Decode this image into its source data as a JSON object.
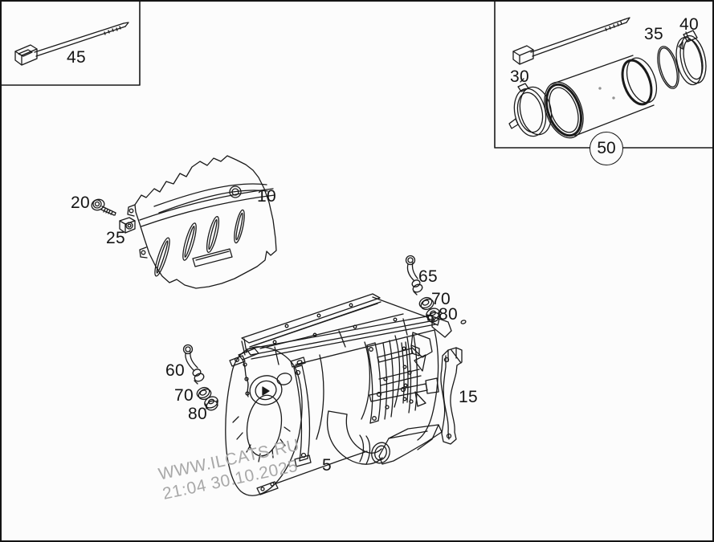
{
  "page": {
    "background": "#fcfcfc",
    "line_color": "#1a1a1a",
    "border_color": "#141414"
  },
  "watermark": {
    "line1": "WWW.ILCATS.RU",
    "line2": "21:04 30.10.2025",
    "color": "#a8a8a8"
  },
  "callouts": {
    "main_assembly": "5",
    "heat_shield": "10",
    "support_bracket": "15",
    "bolt": "20",
    "clip_nut": "25",
    "clamp_front": "30",
    "seal_ring": "35",
    "clamp_rear": "40",
    "cable_tie": "45",
    "kit": "50",
    "sensor_left": "60",
    "sensor_right": "65",
    "seal_left": "70",
    "seal_right": "70",
    "nut_left": "80",
    "nut_right": "80"
  }
}
